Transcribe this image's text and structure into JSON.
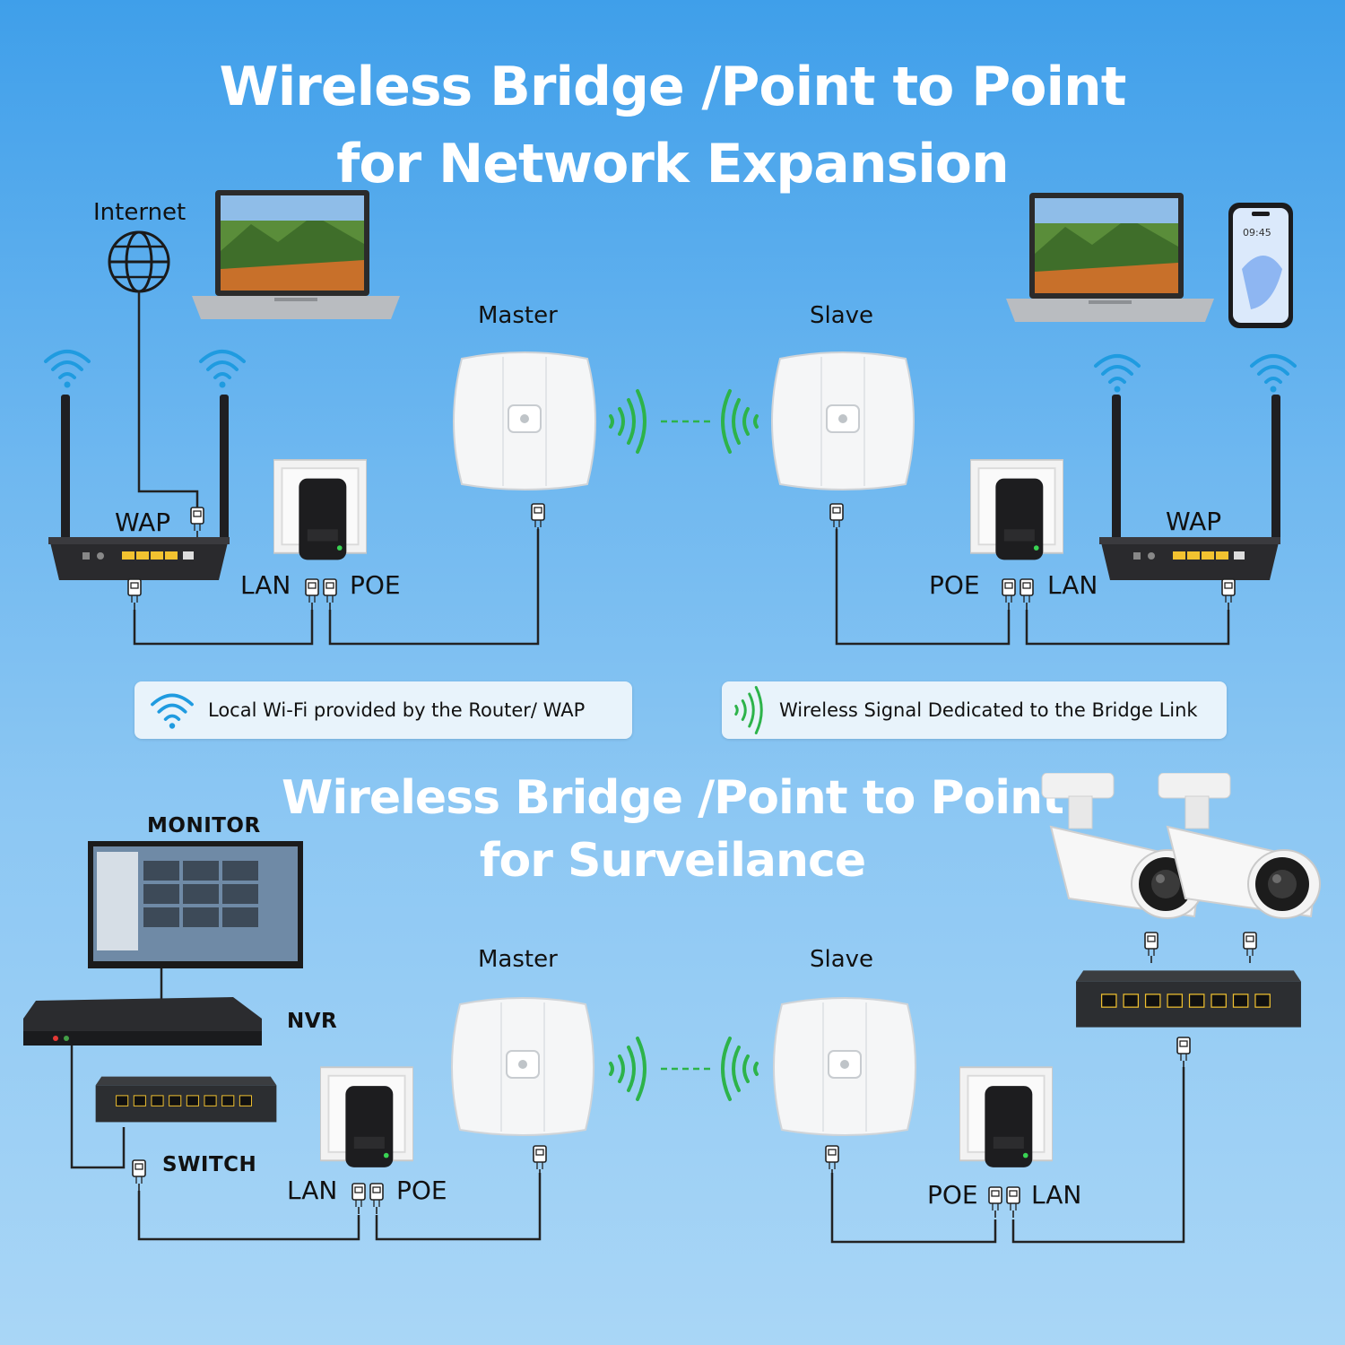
{
  "titles": {
    "top_line1": "Wireless Bridge /Point to Point",
    "top_line2": "for Network Expansion",
    "bottom_line1": "Wireless Bridge /Point to Point",
    "bottom_line2": "for Surveilance"
  },
  "top": {
    "internet": "Internet",
    "master": "Master",
    "slave": "Slave",
    "wap_left": "WAP",
    "wap_right": "WAP",
    "lan_left": "LAN",
    "poe_left": "POE",
    "poe_right": "POE",
    "lan_right": "LAN",
    "phone_time": "09:45"
  },
  "legend": {
    "wifi_text": "Local Wi-Fi provided by the Router/ WAP",
    "bridge_text": "Wireless Signal Dedicated to the Bridge Link"
  },
  "bottom": {
    "monitor": "MONITOR",
    "nvr": "NVR",
    "switch": "SWITCH",
    "master": "Master",
    "slave": "Slave",
    "lan_left": "LAN",
    "poe_left": "POE",
    "poe_right": "POE",
    "lan_right": "LAN"
  },
  "colors": {
    "signal_green": "#2db34a",
    "wifi_blue": "#1f9be0",
    "wire": "#222222"
  }
}
